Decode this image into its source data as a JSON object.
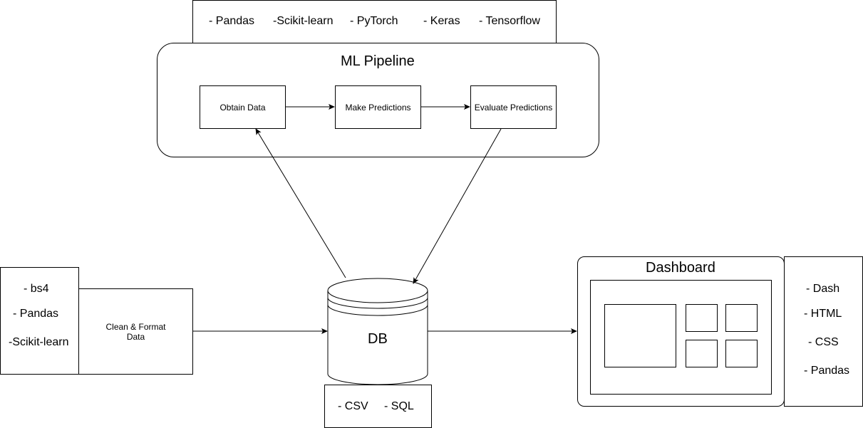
{
  "ml_tools": {
    "pandas": "- Pandas",
    "sklearn": "-Scikit-learn",
    "pytorch": "- PyTorch",
    "keras": "- Keras",
    "tensorflow": "- Tensorflow"
  },
  "pipeline": {
    "title": "ML Pipeline",
    "obtain": "Obtain Data",
    "predict": "Make Predictions",
    "evaluate": "Evaluate Predictions"
  },
  "scrape_tools": {
    "bs4": "- bs4",
    "pandas": "- Pandas",
    "sklearn": "-Scikit-learn"
  },
  "clean": {
    "line1": "Clean & Format",
    "line2": "Data"
  },
  "db": {
    "label": "DB",
    "csv": "- CSV",
    "sql": "- SQL"
  },
  "dashboard": {
    "title": "Dashboard",
    "dash": "- Dash",
    "html": "- HTML",
    "css": "- CSS",
    "pandas": "- Pandas"
  }
}
